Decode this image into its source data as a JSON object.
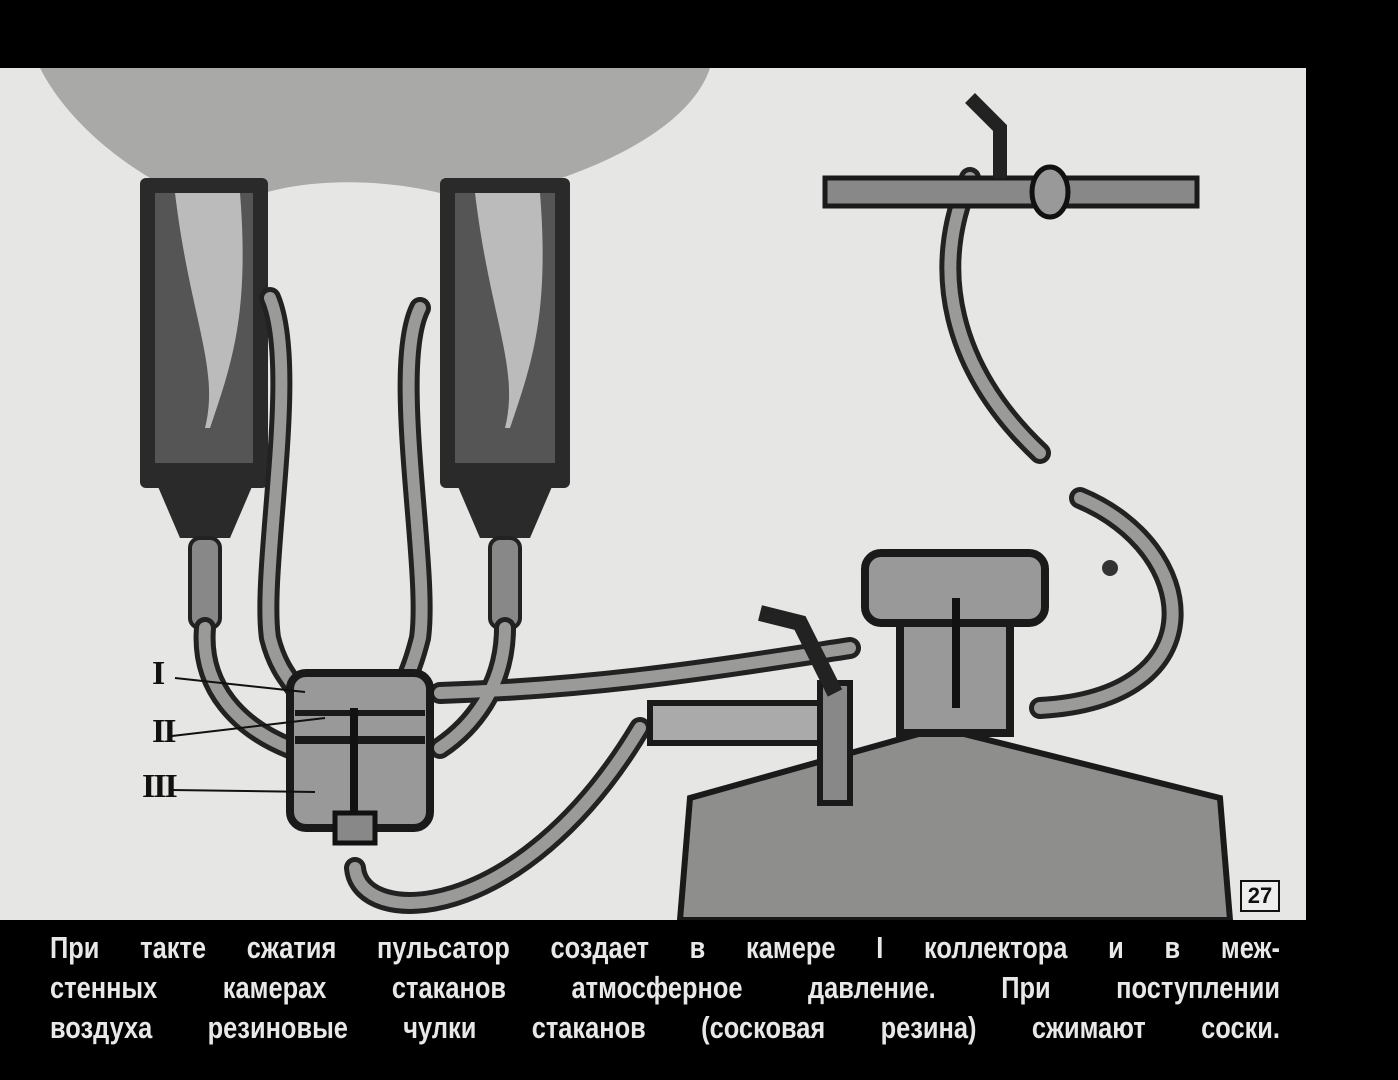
{
  "diagram": {
    "labels": {
      "chamber_1": "I",
      "chamber_2": "II",
      "chamber_3": "III"
    },
    "frame_number": "27"
  },
  "caption": {
    "lines": [
      "При такте сжатия пульсатор создает в камере I коллектора и в меж-",
      "стенных камерах стаканов атмосферное давление. При поступлении",
      "воздуха резиновые чулки стаканов (сосковая резина) сжимают соски."
    ]
  }
}
